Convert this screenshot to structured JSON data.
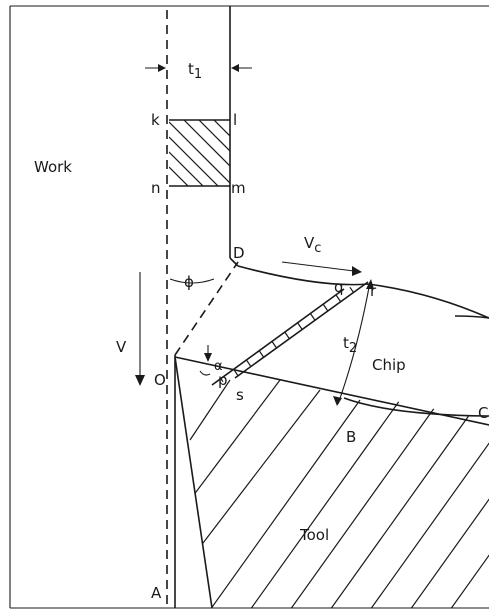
{
  "labels": {
    "work": "Work",
    "chip": "Chip",
    "tool": "Tool",
    "t1": "t",
    "t1_sub": "1",
    "t2": "t",
    "t2_sub": "2",
    "k": "k",
    "l": "l",
    "n": "n",
    "m": "m",
    "D": "D",
    "Vc": "V",
    "Vc_sub": "c",
    "phi": "ϕ",
    "V": "V",
    "q": "q",
    "r": "r",
    "O": "O",
    "alpha": "α",
    "p": "p",
    "s": "s",
    "B": "B",
    "C": "C",
    "A": "A"
  }
}
